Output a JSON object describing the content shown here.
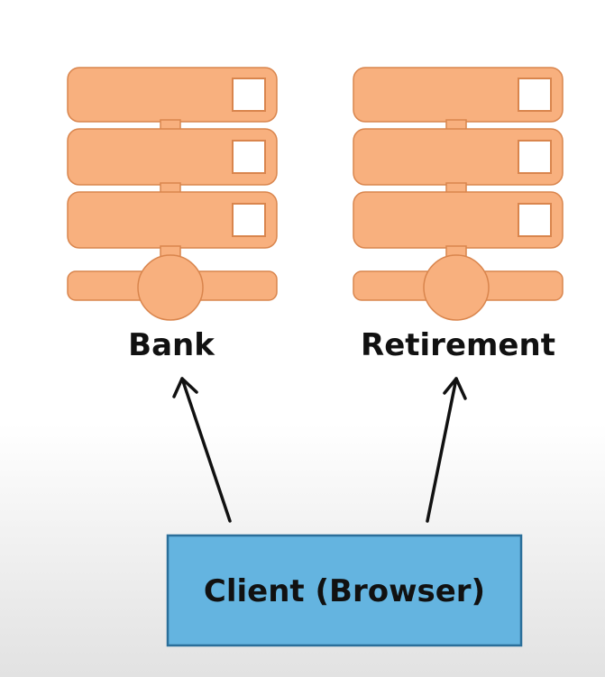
{
  "nodes": {
    "bank": {
      "label": "Bank"
    },
    "retirement": {
      "label": "Retirement"
    },
    "client": {
      "label": "Client (Browser)"
    }
  },
  "edges": [
    {
      "from": "client",
      "to": "bank"
    },
    {
      "from": "client",
      "to": "retirement"
    }
  ],
  "icons": {
    "server": "server-rack-icon"
  },
  "colors": {
    "server_fill": "#f8b07e",
    "server_outline": "#d9854d",
    "client_fill": "#64b4e0",
    "client_outline": "#2b6f9a"
  }
}
